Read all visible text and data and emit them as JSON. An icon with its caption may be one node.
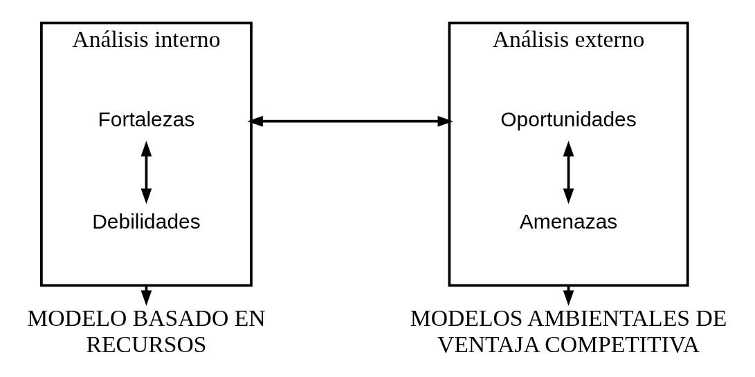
{
  "diagram": {
    "nodes": [
      {
        "text": [
          "Análisis interno"
        ]
      },
      {
        "text": [
          "Fortalezas"
        ],
        "in": 0
      },
      {
        "text": [
          "Debilidades"
        ],
        "in": 0
      },
      {
        "text": [
          "Análisis externo"
        ]
      },
      {
        "text": [
          "Oportunidades"
        ],
        "in": 3
      },
      {
        "text": [
          "Amenazas"
        ],
        "in": 3
      },
      {
        "text": [
          "MODELO BASADO EN RECURSOS"
        ]
      },
      {
        "text": [
          "MODELOS AMBIENTALES DE VENTAJA COMPETITIVA"
        ]
      }
    ],
    "edges": [
      {
        "from": 1,
        "to": 2,
        "arrow": "both"
      },
      {
        "from": 4,
        "to": 5,
        "arrow": "both"
      },
      {
        "from": 0,
        "to": 3,
        "arrow": "both"
      },
      {
        "from": 0,
        "to": 6,
        "arrow": "to"
      },
      {
        "from": 3,
        "to": 7,
        "arrow": "to"
      }
    ]
  }
}
